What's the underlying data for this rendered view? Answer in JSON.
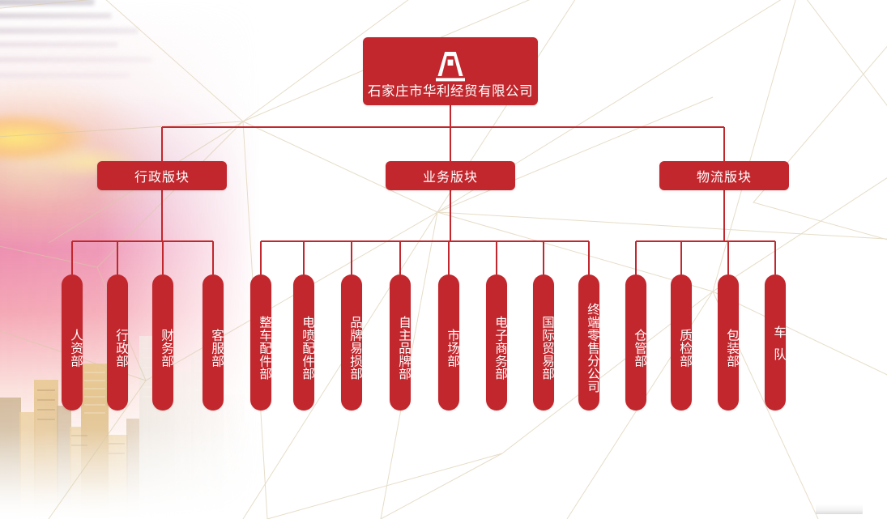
{
  "document": {
    "title": "石家庄市华利经贸有限公司 组织架构图",
    "accent_color": "#C1272D",
    "connector_color": "#C1272D",
    "background_color": "#FFFFFF"
  },
  "root": {
    "label": "石家庄市华利经贸有限公司",
    "logo_icon": "company-arch-logo-icon"
  },
  "sections": [
    {
      "id": "admin",
      "label": "行政版块"
    },
    {
      "id": "business",
      "label": "业务版块"
    },
    {
      "id": "logistics",
      "label": "物流版块"
    }
  ],
  "departments": {
    "admin": [
      {
        "label": "人资部"
      },
      {
        "label": "行政部"
      },
      {
        "label": "财务部"
      },
      {
        "label": "客服部"
      }
    ],
    "business": [
      {
        "label": "整车配件部"
      },
      {
        "label": "电喷配件部"
      },
      {
        "label": "品牌易损部"
      },
      {
        "label": "自主品牌部"
      },
      {
        "label": "市场部"
      },
      {
        "label": "电子商务部"
      },
      {
        "label": "国际贸易部"
      },
      {
        "label": "终端零售分公司"
      }
    ],
    "logistics": [
      {
        "label": "仓管部"
      },
      {
        "label": "质检部"
      },
      {
        "label": "包装部"
      },
      {
        "label": "车队",
        "spaced": true
      }
    ]
  },
  "watermark": {
    "label": ""
  }
}
